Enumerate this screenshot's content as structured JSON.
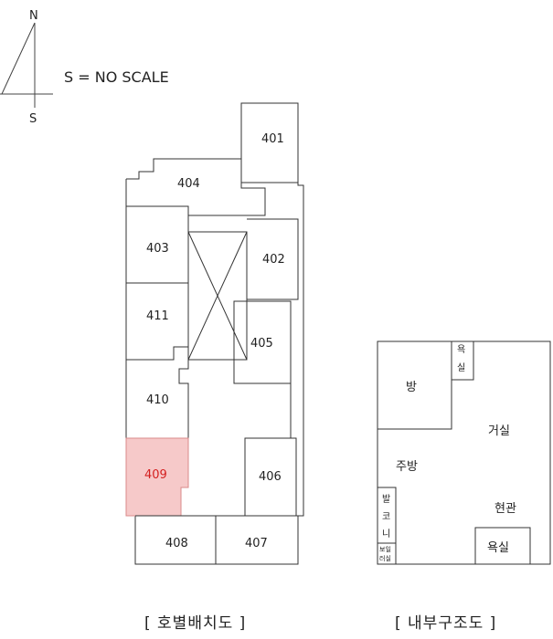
{
  "compass": {
    "north": "N",
    "south": "S",
    "scale": "S = NO SCALE"
  },
  "floor_plan": {
    "caption": "[ 호별배치도 ]",
    "units": {
      "u401": "401",
      "u402": "402",
      "u403": "403",
      "u404": "404",
      "u405": "405",
      "u406": "406",
      "u407": "407",
      "u408": "408",
      "u409": "409",
      "u410": "410",
      "u411": "411"
    },
    "highlight_unit": "409",
    "highlight_color": "#f6c9c9",
    "highlight_text_color": "#d42020"
  },
  "interior": {
    "caption": "[ 내부구조도 ]",
    "rooms": {
      "bang": "방",
      "yok_sil_top_1": "욕",
      "yok_sil_top_2": "실",
      "geosil": "거실",
      "jubang": "주방",
      "balcony_1": "발",
      "balcony_2": "코",
      "balcony_3": "니",
      "bomil_1": "보일",
      "bomil_2": "러실",
      "hyeongwan": "현관",
      "yoksil": "욕실"
    }
  }
}
